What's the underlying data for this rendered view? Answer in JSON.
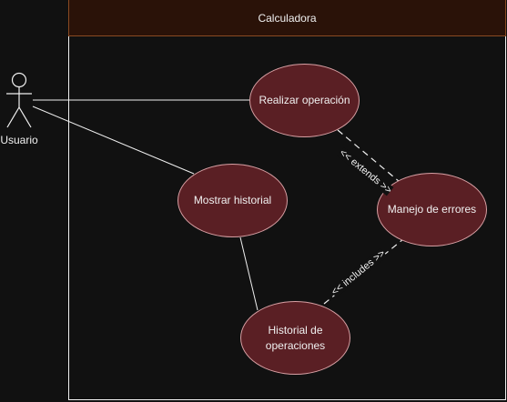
{
  "boundary": {
    "title": "Calculadora"
  },
  "actor": {
    "label": "Usuario",
    "icon": "stick-figure-icon"
  },
  "use_cases": {
    "realizar": "Realizar operación",
    "mostrar": "Mostrar historial",
    "manejo": "Manejo de errores",
    "historial": "Historial de operaciones"
  },
  "relations": {
    "extends_label": "<< extends >>",
    "includes_label": "<< includes >>"
  },
  "colors": {
    "background": "#111111",
    "header_fill": "#2a1208",
    "header_border": "#8a4a22",
    "usecase_fill": "#5a1f24",
    "usecase_border": "#d8a0a4",
    "line": "#f0f0f0"
  }
}
